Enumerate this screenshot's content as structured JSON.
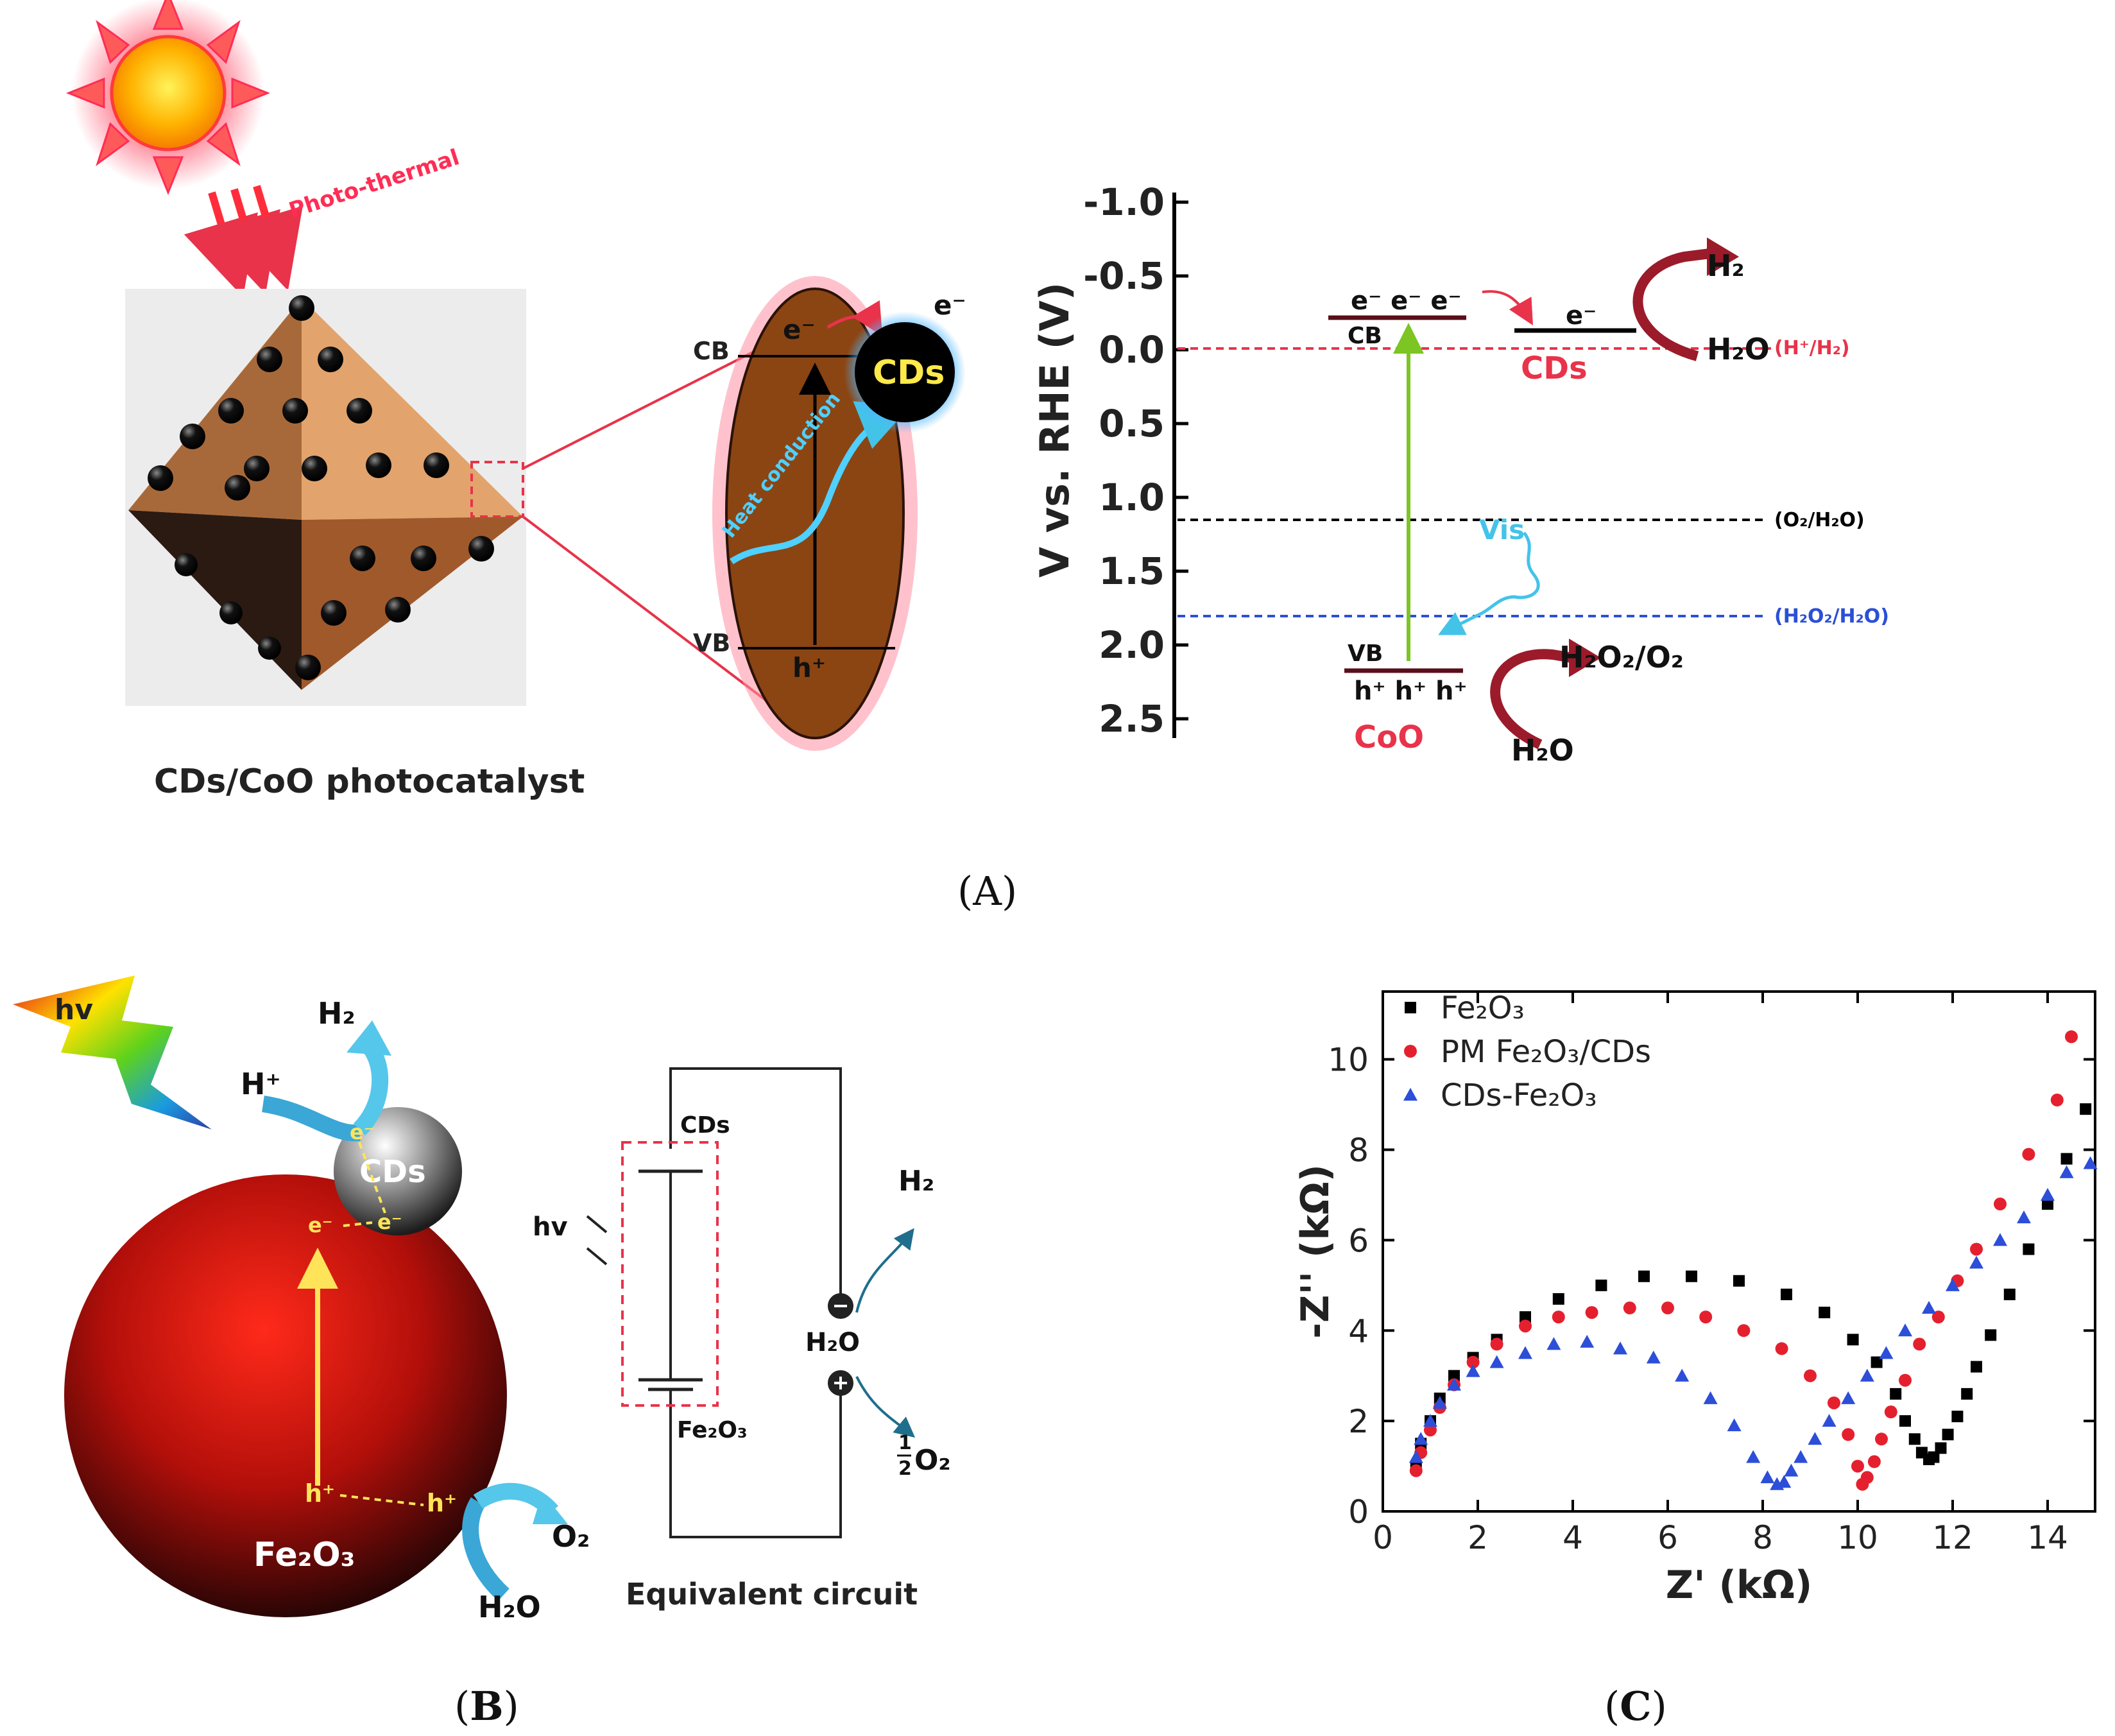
{
  "panel_a": {
    "photo_thermal": "Photo-thermal",
    "particle_caption": "CDs/CoO photocatalyst",
    "zoom": {
      "cb": "CB",
      "vb": "VB",
      "e_minus": "e⁻",
      "e_minus_out": "e⁻",
      "h_plus": "h⁺",
      "cds": "CDs",
      "heat_conduction": "Heat conduction"
    },
    "energy_diagram": {
      "y_axis_label": "V vs. RHE (V)",
      "y_ticks": [
        "-1.0",
        "-0.5",
        "0.0",
        "0.5",
        "1.0",
        "1.5",
        "2.0",
        "2.5"
      ],
      "cb_electrons": "e⁻ e⁻ e⁻",
      "cb": "CB",
      "cds_electron": "e⁻",
      "cds": "CDs",
      "h2": "H₂",
      "h2o_top": "H₂O",
      "ref_h": "(H⁺/H₂)",
      "ref_o2": "(O₂/H₂O)",
      "ref_h2o2": "(H₂O₂/H₂O)",
      "vis": "Vis",
      "vb": "VB",
      "vb_holes": "h⁺ h⁺ h⁺",
      "coo": "CoO",
      "h2o2_o2": "H₂O₂/O₂",
      "h2o_bottom": "H₂O",
      "colors": {
        "h_line": "#e8334a",
        "o2_line": "#000000",
        "h2o2_line": "#2b4fd6",
        "vis": "#44c3e8",
        "excite": "#7cc522",
        "arrow": "#9b1b2a"
      }
    },
    "label": "(A)"
  },
  "panel_b": {
    "hv": "hv",
    "h2": "H₂",
    "h_plus_top": "H⁺",
    "e1": "e⁻",
    "e2": "e⁻",
    "e3": "e⁻",
    "cds": "CDs",
    "h_plus_1": "h⁺",
    "h_plus_2": "h⁺",
    "fe2o3": "Fe₂O₃",
    "o2": "O₂",
    "h2o": "H₂O",
    "circuit": {
      "cds": "CDs",
      "hv": "hv",
      "fe2o3": "Fe₂O₃",
      "h2": "H₂",
      "h2o": "H₂O",
      "half_o2": "O₂",
      "caption": "Equivalent circuit"
    },
    "label": "(B)"
  },
  "panel_c": {
    "label": "(C)",
    "chart_data": {
      "type": "scatter",
      "xlabel": "Z' (kΩ)",
      "ylabel": "-Z'' (kΩ)",
      "xlim": [
        0,
        15
      ],
      "ylim": [
        0,
        11.5
      ],
      "x_ticks": [
        0,
        2,
        4,
        6,
        8,
        10,
        12,
        14
      ],
      "y_ticks": [
        0,
        2,
        4,
        6,
        8,
        10
      ],
      "legend_position": "top-left",
      "series": [
        {
          "name": "Fe₂O₃",
          "color": "#000000",
          "marker": "square",
          "x": [
            0.7,
            0.8,
            1.0,
            1.2,
            1.5,
            1.9,
            2.4,
            3.0,
            3.7,
            4.6,
            5.5,
            6.5,
            7.5,
            8.5,
            9.3,
            9.9,
            10.4,
            10.8,
            11.0,
            11.2,
            11.35,
            11.5,
            11.6,
            11.75,
            11.9,
            12.1,
            12.3,
            12.5,
            12.8,
            13.2,
            13.6,
            14.0,
            14.4,
            14.8
          ],
          "y": [
            1.0,
            1.5,
            2.0,
            2.5,
            3.0,
            3.4,
            3.8,
            4.3,
            4.7,
            5.0,
            5.2,
            5.2,
            5.1,
            4.8,
            4.4,
            3.8,
            3.3,
            2.6,
            2.0,
            1.6,
            1.3,
            1.15,
            1.2,
            1.4,
            1.7,
            2.1,
            2.6,
            3.2,
            3.9,
            4.8,
            5.8,
            6.8,
            7.8,
            8.9
          ]
        },
        {
          "name": "PM Fe₂O₃/CDs",
          "color": "#e5202e",
          "marker": "circle",
          "x": [
            0.7,
            0.8,
            1.0,
            1.2,
            1.5,
            1.9,
            2.4,
            3.0,
            3.7,
            4.4,
            5.2,
            6.0,
            6.8,
            7.6,
            8.4,
            9.0,
            9.5,
            9.8,
            10.0,
            10.1,
            10.2,
            10.35,
            10.5,
            10.7,
            11.0,
            11.3,
            11.7,
            12.1,
            12.5,
            13.0,
            13.6,
            14.2,
            14.5
          ],
          "y": [
            0.9,
            1.3,
            1.8,
            2.3,
            2.8,
            3.3,
            3.7,
            4.1,
            4.3,
            4.4,
            4.5,
            4.5,
            4.3,
            4.0,
            3.6,
            3.0,
            2.4,
            1.7,
            1.0,
            0.6,
            0.75,
            1.1,
            1.6,
            2.2,
            2.9,
            3.7,
            4.3,
            5.1,
            5.8,
            6.8,
            7.9,
            9.1,
            10.5
          ]
        },
        {
          "name": "CDs-Fe₂O₃",
          "color": "#2c4ed8",
          "marker": "triangle",
          "x": [
            0.7,
            0.8,
            1.0,
            1.2,
            1.5,
            1.9,
            2.4,
            3.0,
            3.6,
            4.3,
            5.0,
            5.7,
            6.3,
            6.9,
            7.4,
            7.8,
            8.1,
            8.3,
            8.45,
            8.6,
            8.8,
            9.1,
            9.4,
            9.8,
            10.2,
            10.6,
            11.0,
            11.5,
            12.0,
            12.5,
            13.0,
            13.5,
            14.0,
            14.4,
            14.9
          ],
          "y": [
            1.2,
            1.6,
            2.0,
            2.4,
            2.8,
            3.1,
            3.3,
            3.5,
            3.7,
            3.75,
            3.6,
            3.4,
            3.0,
            2.5,
            1.9,
            1.2,
            0.75,
            0.6,
            0.65,
            0.9,
            1.2,
            1.6,
            2.0,
            2.5,
            3.0,
            3.5,
            4.0,
            4.5,
            5.0,
            5.5,
            6.0,
            6.5,
            7.0,
            7.5,
            7.7
          ]
        }
      ]
    }
  }
}
